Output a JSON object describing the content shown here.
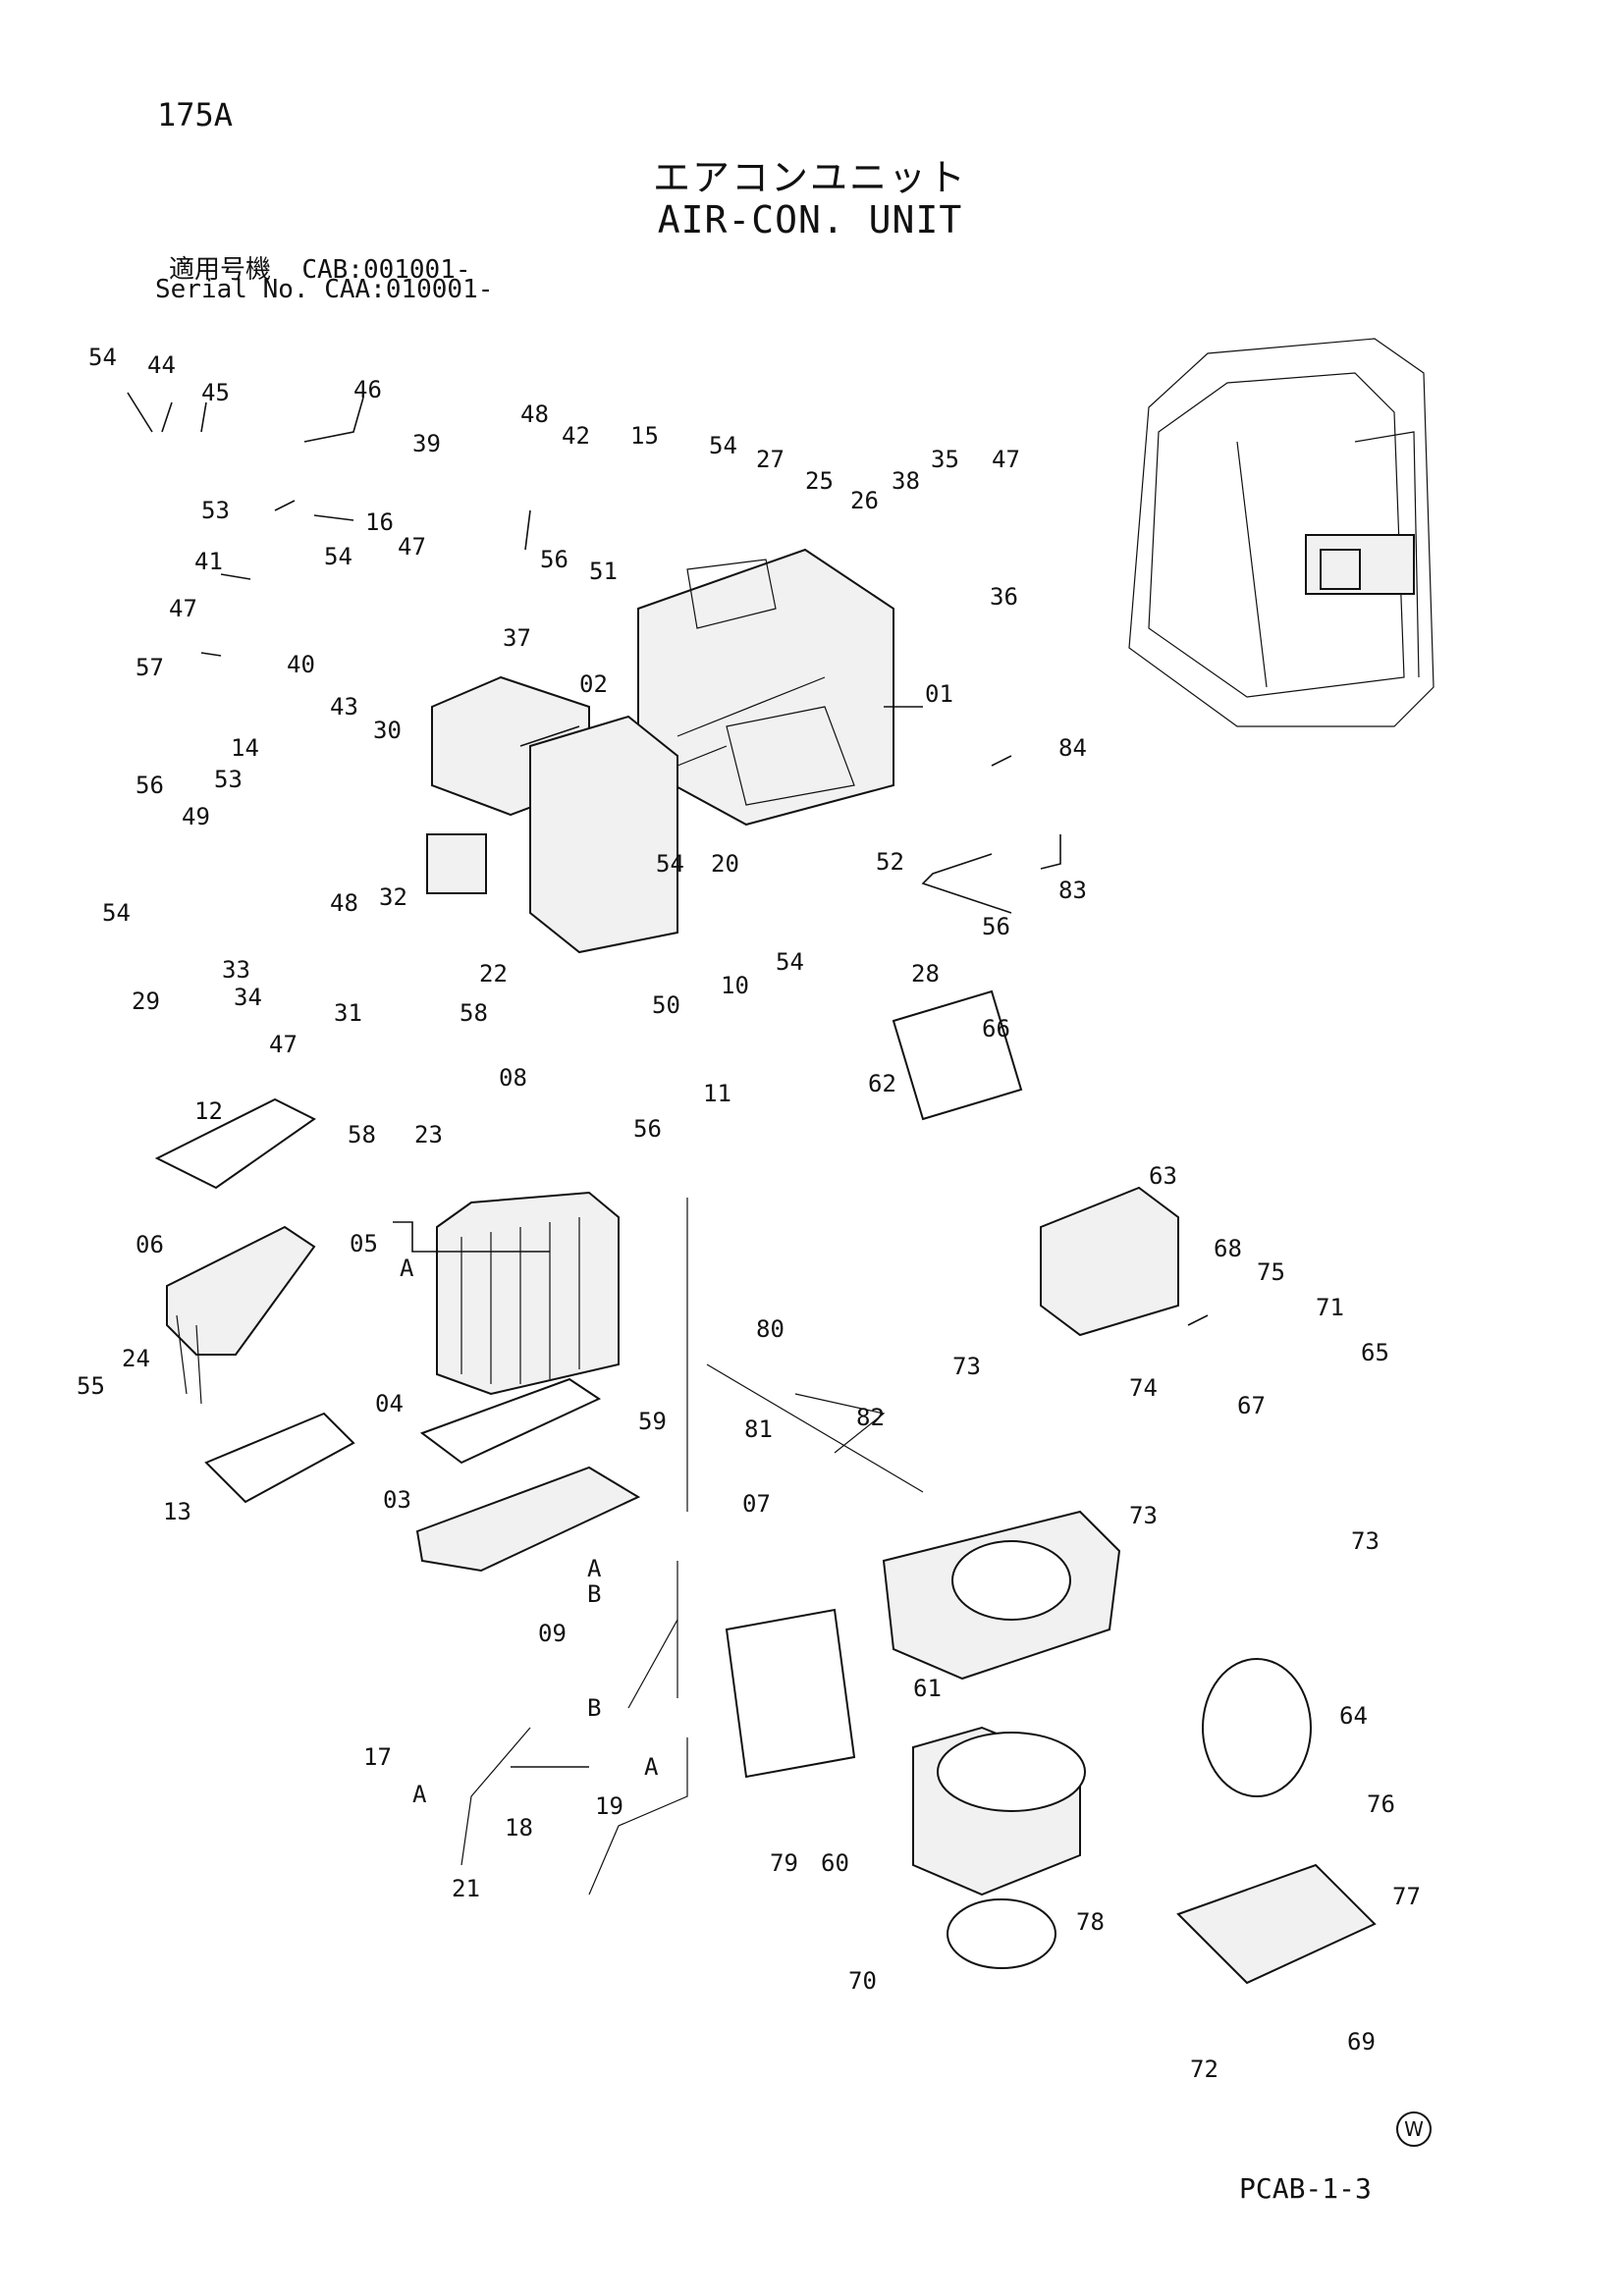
{
  "page_number": "175A",
  "title_jp": "エアコンユニット",
  "title_en": "AIR-CON. UNIT",
  "applicability": {
    "label_jp": "適用号機",
    "label_en": "Serial No.",
    "cab": "CAB:001001-",
    "caa": "CAA:010001-"
  },
  "doc_code": "PCAB-1-3",
  "corner_mark": "W",
  "ref_letters": [
    "A",
    "B"
  ],
  "callouts": [
    "54",
    "44",
    "45",
    "46",
    "48",
    "42",
    "15",
    "54",
    "27",
    "25",
    "26",
    "38",
    "35",
    "47",
    "39",
    "53",
    "16",
    "41",
    "54",
    "47",
    "56",
    "51",
    "47",
    "40",
    "30",
    "37",
    "36",
    "02",
    "01",
    "57",
    "43",
    "14",
    "53",
    "56",
    "54",
    "20",
    "49",
    "52",
    "84",
    "83",
    "56",
    "54",
    "48",
    "32",
    "33",
    "34",
    "47",
    "31",
    "29",
    "22",
    "58",
    "50",
    "10",
    "54",
    "28",
    "08",
    "56",
    "11",
    "58",
    "23",
    "66",
    "12",
    "05",
    "A",
    "62",
    "63",
    "06",
    "68",
    "75",
    "71",
    "80",
    "73",
    "24",
    "55",
    "65",
    "74",
    "67",
    "04",
    "59",
    "82",
    "81",
    "03",
    "13",
    "07",
    "73",
    "A",
    "73",
    "B",
    "09",
    "B",
    "61",
    "17",
    "A",
    "64",
    "A",
    "19",
    "18",
    "76",
    "79",
    "60",
    "77",
    "21",
    "78",
    "70",
    "72",
    "69"
  ]
}
